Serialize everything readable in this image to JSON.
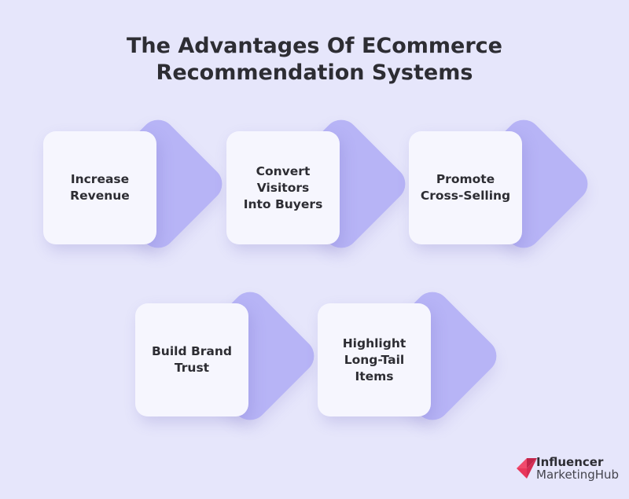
{
  "title": {
    "line1": "The Advantages Of ECommerce",
    "line2": "Recommendation Systems"
  },
  "items": [
    {
      "label_line1": "Increase",
      "label_line2": "Revenue",
      "label_line3": ""
    },
    {
      "label_line1": "Convert",
      "label_line2": "Visitors",
      "label_line3": "Into Buyers"
    },
    {
      "label_line1": "Promote",
      "label_line2": "Cross-Selling",
      "label_line3": ""
    },
    {
      "label_line1": "Build Brand",
      "label_line2": "Trust",
      "label_line3": ""
    },
    {
      "label_line1": "Highlight",
      "label_line2": "Long-Tail",
      "label_line3": "Items"
    }
  ],
  "logo": {
    "line1": "Influencer",
    "line2": "MarketingHub"
  },
  "colors": {
    "background": "#e6e6fb",
    "card": "#f6f6fe",
    "diamond": "#b7b4f6",
    "text": "#2d2d33",
    "logo_accent": "#e8365a"
  }
}
